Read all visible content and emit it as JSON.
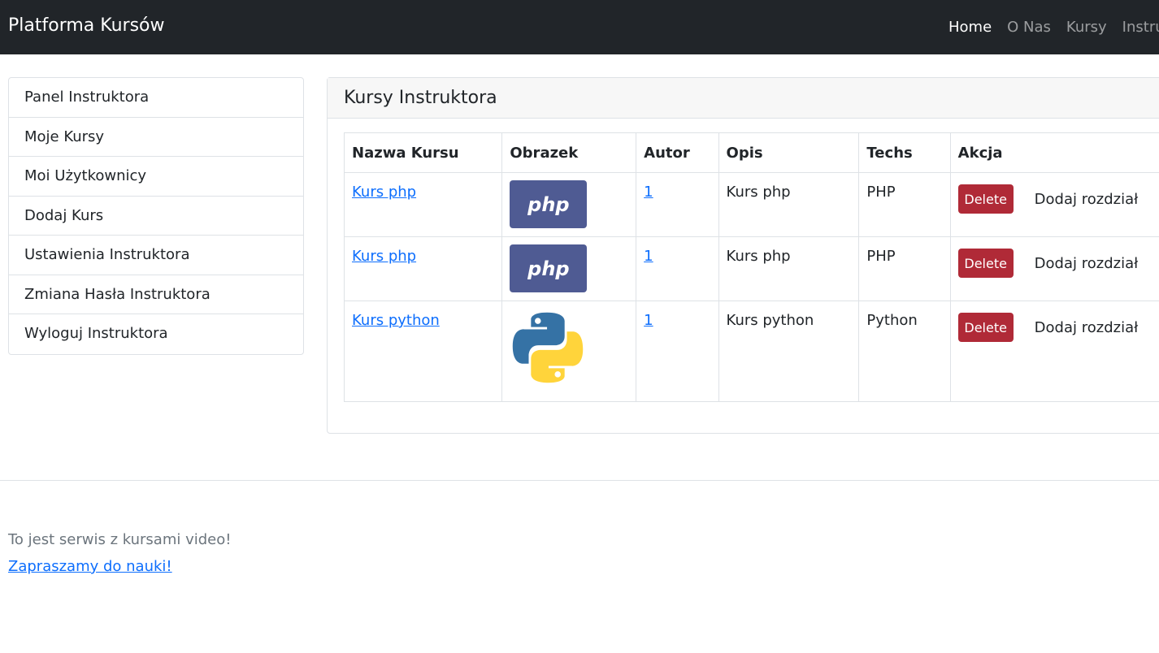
{
  "navbar": {
    "brand": "Platforma Kursów",
    "links": [
      "Home",
      "O Nas",
      "Kursy",
      "Instruk"
    ]
  },
  "sidebar": {
    "items": [
      "Panel Instruktora",
      "Moje Kursy",
      "Moi Użytkownicy",
      "Dodaj Kurs",
      "Ustawienia Instruktora",
      "Zmiana Hasła Instruktora",
      "Wyloguj Instruktora"
    ]
  },
  "card": {
    "title": "Kursy Instruktora",
    "columns": [
      "Nazwa Kursu",
      "Obrazek",
      "Autor",
      "Opis",
      "Techs",
      "Akcja"
    ],
    "rows": [
      {
        "name": "Kurs php",
        "image_icon": "php-logo",
        "image_text": "php",
        "author": "1",
        "description": "Kurs php",
        "techs": "PHP",
        "delete_label": "Delete",
        "add_chapter_label": "Dodaj rozdział"
      },
      {
        "name": "Kurs php",
        "image_icon": "php-logo",
        "image_text": "php",
        "author": "1",
        "description": "Kurs php",
        "techs": "PHP",
        "delete_label": "Delete",
        "add_chapter_label": "Dodaj rozdział"
      },
      {
        "name": "Kurs python",
        "image_icon": "python-logo",
        "author": "1",
        "description": "Kurs python",
        "techs": "Python",
        "delete_label": "Delete",
        "add_chapter_label": "Dodaj rozdział"
      }
    ]
  },
  "footer": {
    "text": "To jest serwis z kursami video!",
    "link": "Zapraszamy do nauki!"
  },
  "colors": {
    "navbar_bg": "#212529",
    "link": "#0d6efd",
    "delete_button": "#b02a37",
    "php_logo": "#4f5b93",
    "python_blue": "#3572a5",
    "python_yellow": "#ffd43b"
  }
}
